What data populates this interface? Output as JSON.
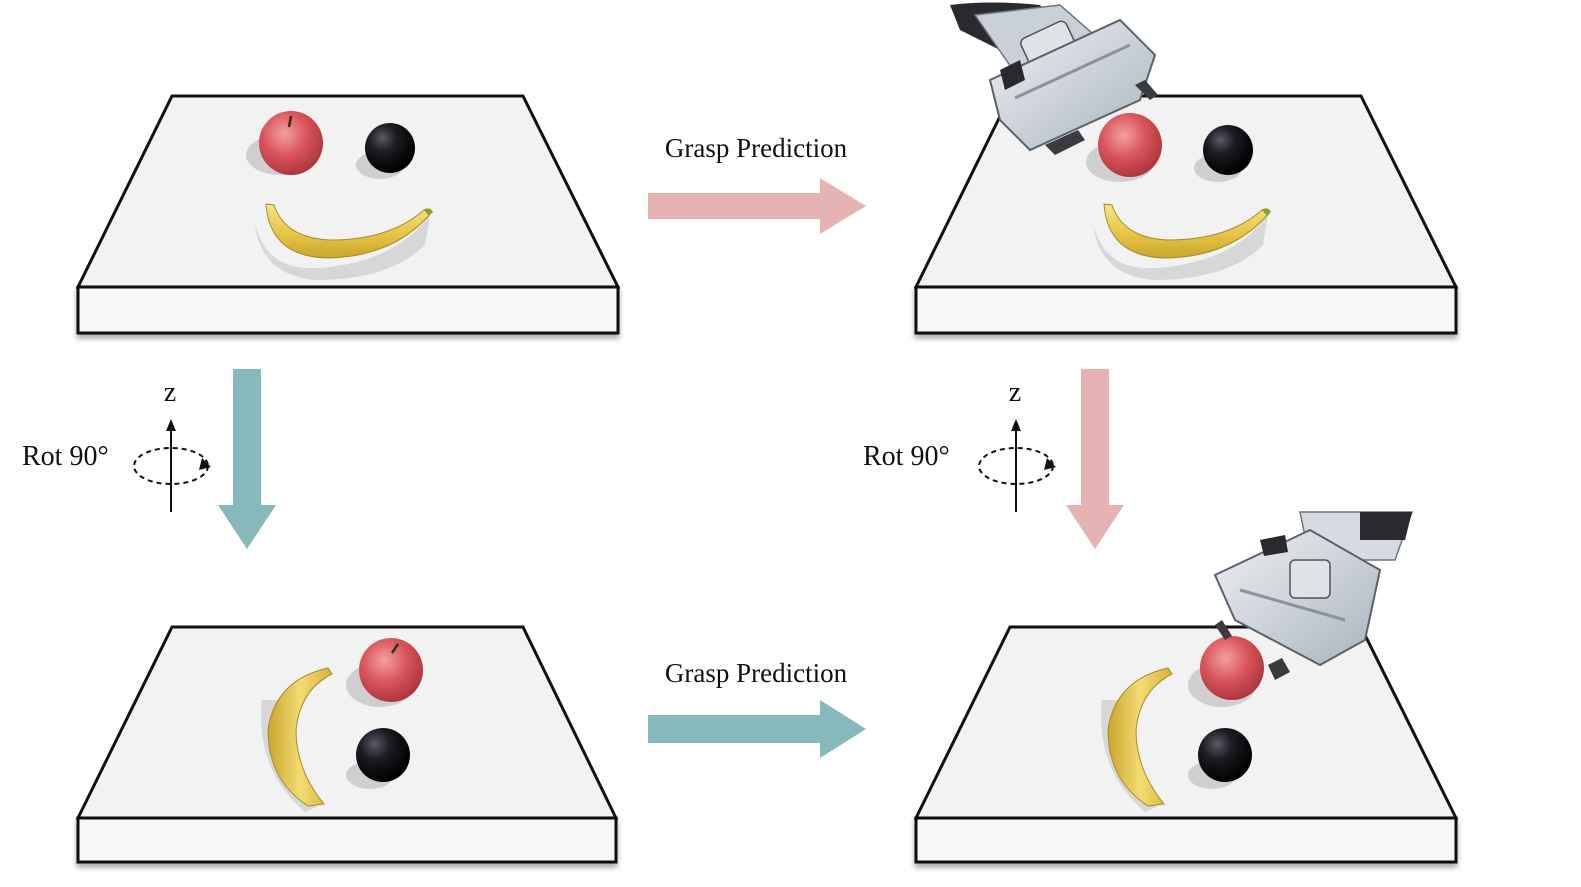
{
  "labels": {
    "grasp_top": "Grasp Prediction",
    "grasp_bottom": "Grasp Prediction",
    "rot_left": "Rot 90°",
    "rot_right": "Rot 90°",
    "axis_left": "z",
    "axis_right": "z"
  },
  "colors": {
    "pink_arrow": "#e6b3b3",
    "teal_arrow": "#86b8bc",
    "table_top": "#f2f2f2",
    "table_side": "#f7f7f7",
    "outline": "#111111"
  },
  "scenes": [
    {
      "id": "top-left",
      "objects": [
        "apple",
        "dark-apple",
        "banana"
      ],
      "robot": false
    },
    {
      "id": "top-right",
      "objects": [
        "apple",
        "dark-apple",
        "banana"
      ],
      "robot": true
    },
    {
      "id": "bottom-left",
      "objects": [
        "banana",
        "apple",
        "dark-apple"
      ],
      "robot": false
    },
    {
      "id": "bottom-right",
      "objects": [
        "banana",
        "apple",
        "dark-apple"
      ],
      "robot": true
    }
  ]
}
